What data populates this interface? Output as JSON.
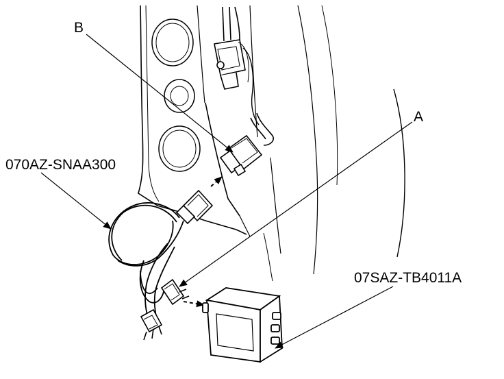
{
  "callouts": {
    "b": "B",
    "a": "A",
    "adapter_harness": "070AZ-SNAA300",
    "tester_box": "07SAZ-TB4011A"
  },
  "colors": {
    "line": "#000000",
    "background": "#ffffff"
  }
}
